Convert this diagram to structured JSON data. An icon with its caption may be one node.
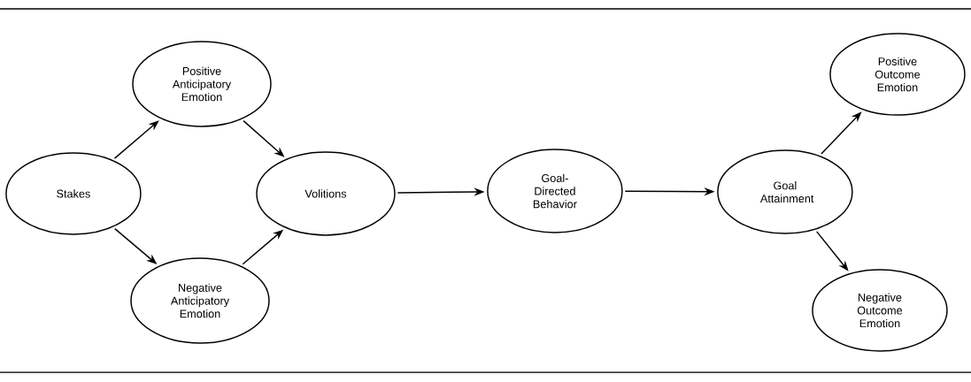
{
  "diagram": {
    "nodes": [
      {
        "text": [
          "Stakes"
        ]
      },
      {
        "text": [
          "Positive Anticipatory Emotion"
        ]
      },
      {
        "text": [
          "Negative Anticipatory Emotion"
        ]
      },
      {
        "text": [
          "Volitions"
        ]
      },
      {
        "text": [
          "Goal-Directed Behavior"
        ]
      },
      {
        "text": [
          "Goal Attainment"
        ]
      },
      {
        "text": [
          "Positive Outcome Emotion"
        ]
      },
      {
        "text": [
          "Negative Outcome Emotion"
        ]
      }
    ],
    "edges": [
      {
        "from": 0,
        "to": 1,
        "arrow": "to"
      },
      {
        "from": 0,
        "to": 2,
        "arrow": "to"
      },
      {
        "from": 1,
        "to": 3,
        "arrow": "to"
      },
      {
        "from": 2,
        "to": 3,
        "arrow": "to"
      },
      {
        "from": 3,
        "to": 4,
        "arrow": "to"
      },
      {
        "from": 4,
        "to": 5,
        "arrow": "to"
      },
      {
        "from": 5,
        "to": 6,
        "arrow": "to"
      },
      {
        "from": 5,
        "to": 7,
        "arrow": "to"
      }
    ]
  }
}
